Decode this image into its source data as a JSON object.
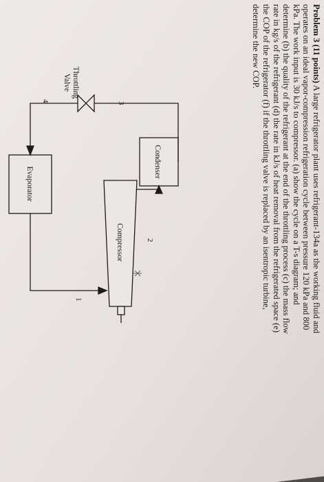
{
  "problem": {
    "lines": [
      "Problem 3 (11 points) A large refrigerator plant uses refrigerant-134a as the working fluid and",
      "operates on an ideal vapor-compression refrigeration cycle between pressure 120 kPa and 800",
      "kPa. The work input is 30 kJ/s to compressor. (a) show the cycle on a T-s diagram; and",
      "determine (b) the quality of the refrigerant at the end of the throttling process (c) the mass flow",
      "rate in kg/s of the refrigerant (d) the rate in kJ/s of heat removal from the refrigerated space (e)",
      "the COP of the refrigerator (f) if the throttling valve is replaced by an isentropic turbine,",
      "determine the new COP."
    ]
  },
  "diagram": {
    "condenser_label": "Condenser",
    "compressor_label": "Compressor",
    "evaporator_label": "Evaporator",
    "valve_label_1": "Throttling",
    "valve_label_2": "Valve",
    "state_1": "1",
    "state_2": "2",
    "state_3": "3",
    "state_4": "4"
  },
  "colors": {
    "background": "#4e4b49",
    "paper": "#ebe4e2",
    "ink": "#1d1b1a",
    "underline": "#cc2222"
  }
}
